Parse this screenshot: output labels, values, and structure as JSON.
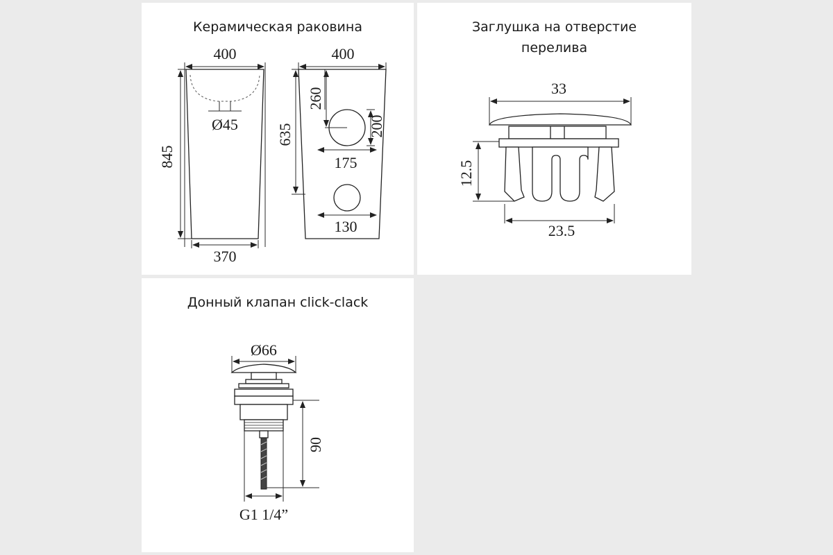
{
  "panels": {
    "sink": {
      "title": "Керамическая раковина",
      "dims": {
        "top_width_side": "400",
        "top_width_back": "400",
        "drain_diameter": "Ø45",
        "height_total": "845",
        "height_635": "635",
        "hole_offset": "260",
        "hole_height": "200",
        "hole_width": "175",
        "lower_hole": "130",
        "bottom_width": "370"
      }
    },
    "overflow_cap": {
      "title_line1": "Заглушка на отверстие",
      "title_line2": "перелива",
      "dims": {
        "width": "33",
        "height": "12.5",
        "bottom_width": "23.5"
      }
    },
    "valve": {
      "title": "Донный клапан click-clack",
      "dims": {
        "cap_diameter": "Ø66",
        "height": "90",
        "thread": "G1 1/4”"
      }
    }
  },
  "colors": {
    "background": "#ebebeb",
    "panel": "#ffffff",
    "line": "#222222"
  }
}
